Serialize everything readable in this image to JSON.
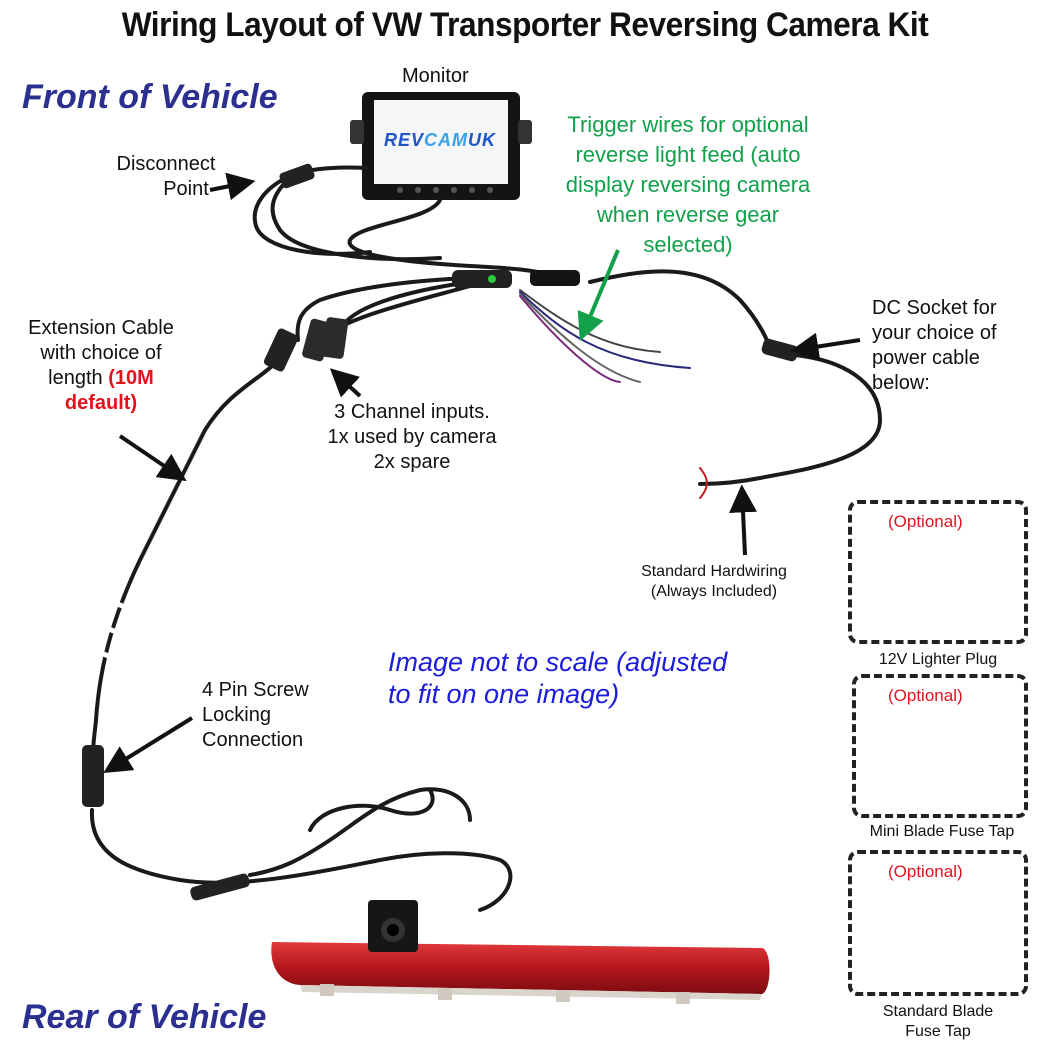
{
  "title": "Wiring Layout of VW Transporter Reversing Camera Kit",
  "front_label": "Front of Vehicle",
  "rear_label": "Rear of Vehicle",
  "monitor": {
    "label": "Monitor",
    "screen_brand_a": "REV",
    "screen_brand_b": "CAM",
    "screen_brand_c": "UK"
  },
  "disconnect": {
    "line1": "Disconnect",
    "line2": "Point"
  },
  "trigger": {
    "line1": "Trigger wires for optional",
    "line2": "reverse light feed (auto",
    "line3": "display reversing camera",
    "line4": "when reverse gear",
    "line5": "selected)"
  },
  "extension": {
    "line1": "Extension Cable",
    "line2": "with choice of",
    "line3a": "length ",
    "line3b": "(10M",
    "line4": "default)"
  },
  "channels": {
    "line1": "3 Channel inputs.",
    "line2": "1x used by camera",
    "line3": "2x spare"
  },
  "dc_socket": {
    "line1": "DC Socket for",
    "line2": "your choice of",
    "line3": "power cable",
    "line4": "below:"
  },
  "hardwiring": {
    "line1": "Standard Hardwiring",
    "line2": "(Always Included)"
  },
  "scale_note": {
    "line1": "Image not to scale (adjusted",
    "line2": "to fit on one image)"
  },
  "pin_connection": {
    "line1": "4 Pin Screw",
    "line2": "Locking",
    "line3": "Connection"
  },
  "options": [
    {
      "tag": "(Optional)",
      "caption": "12V Lighter Plug"
    },
    {
      "tag": "(Optional)",
      "caption": "Mini Blade Fuse Tap"
    },
    {
      "tag": "(Optional)",
      "caption_line1": "Standard Blade",
      "caption_line2": "Fuse Tap"
    }
  ],
  "colors": {
    "front_rear": "#2b2f8f",
    "trigger_text": "#12a04b",
    "highlight": "#e1141e",
    "note": "#1c1cdc",
    "brake_light": "#c61d22"
  }
}
